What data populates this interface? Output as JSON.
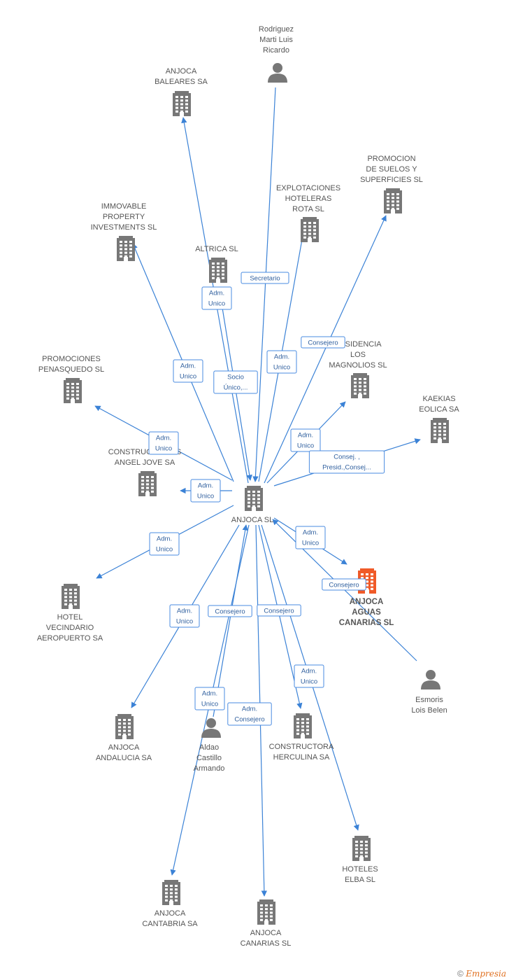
{
  "nodes": [
    {
      "id": "center",
      "type": "company",
      "lines": [
        "ANJOCA SL"
      ]
    },
    {
      "id": "rodriguez",
      "type": "person",
      "lines": [
        "Rodriguez",
        "Marti Luis",
        "Ricardo"
      ]
    },
    {
      "id": "baleares",
      "type": "company",
      "lines": [
        "ANJOCA",
        "BALEARES SA"
      ]
    },
    {
      "id": "promo_suelos",
      "type": "company",
      "lines": [
        "PROMOCION",
        "DE SUELOS Y",
        "SUPERFICIES SL"
      ]
    },
    {
      "id": "explotaciones",
      "type": "company",
      "lines": [
        "EXPLOTACIONES",
        "HOTELERAS",
        "ROTA SL"
      ]
    },
    {
      "id": "immovable",
      "type": "company",
      "lines": [
        "IMMOVABLE",
        "PROPERTY",
        "INVESTMENTS SL"
      ]
    },
    {
      "id": "altrica",
      "type": "company",
      "lines": [
        "ALTRICA SL"
      ]
    },
    {
      "id": "penasquedo",
      "type": "company",
      "lines": [
        "PROMOCIONES",
        "PENASQUEDO SL"
      ]
    },
    {
      "id": "residencia",
      "type": "company",
      "lines": [
        "RESIDENCIA",
        "LOS",
        "MAGNOLIOS SL"
      ]
    },
    {
      "id": "kaekias",
      "type": "company",
      "lines": [
        "KAEKIAS",
        "EOLICA SA"
      ]
    },
    {
      "id": "angeljove",
      "type": "company",
      "lines": [
        "CONSTRUCCIONES",
        "ANGEL JOVE SA"
      ]
    },
    {
      "id": "vecindario",
      "type": "company",
      "lines": [
        "HOTEL",
        "VECINDARIO",
        "AEROPUERTO SA"
      ]
    },
    {
      "id": "aguas",
      "type": "company-focus",
      "lines": [
        "ANJOCA",
        "AGUAS",
        "CANARIAS SL"
      ]
    },
    {
      "id": "esmoris",
      "type": "person",
      "lines": [
        "Esmoris",
        "Lois Belen"
      ]
    },
    {
      "id": "andalucia",
      "type": "company",
      "lines": [
        "ANJOCA",
        "ANDALUCIA SA"
      ]
    },
    {
      "id": "aldao",
      "type": "person",
      "lines": [
        "Aldao",
        "Castillo",
        "Armando"
      ]
    },
    {
      "id": "herculina",
      "type": "company",
      "lines": [
        "CONSTRUCTORA",
        "HERCULINA SA"
      ]
    },
    {
      "id": "elba",
      "type": "company",
      "lines": [
        "HOTELES",
        "ELBA SL"
      ]
    },
    {
      "id": "cantabria",
      "type": "company",
      "lines": [
        "ANJOCA",
        "CANTABRIA SA"
      ]
    },
    {
      "id": "canarias",
      "type": "company",
      "lines": [
        "ANJOCA",
        "CANARIAS SL"
      ]
    }
  ],
  "edges": [
    {
      "from": "rodriguez",
      "to": "center",
      "label": [
        "Secretario"
      ]
    },
    {
      "from": "center",
      "to": "baleares",
      "label": [
        "Adm.",
        "Unico"
      ]
    },
    {
      "from": "altrica",
      "to": "center",
      "label": [
        "Socio",
        "Único,..."
      ]
    },
    {
      "from": "center",
      "to": "immovable",
      "label": [
        "Adm.",
        "Unico"
      ]
    },
    {
      "from": "center",
      "to": "explotaciones",
      "label": [
        "Adm.",
        "Unico"
      ]
    },
    {
      "from": "center",
      "to": "promo_suelos",
      "label": [
        "Consejero"
      ]
    },
    {
      "from": "center",
      "to": "penasquedo",
      "label": [
        "Adm.",
        "Unico"
      ]
    },
    {
      "from": "center",
      "to": "residencia",
      "label": [
        "Adm.",
        "Unico"
      ]
    },
    {
      "from": "center",
      "to": "kaekias",
      "label": [
        "Consej. ,",
        "Presid.,Consej..."
      ]
    },
    {
      "from": "center",
      "to": "angeljove",
      "label": [
        "Adm.",
        "Unico"
      ]
    },
    {
      "from": "center",
      "to": "vecindario",
      "label": [
        "Adm.",
        "Unico"
      ]
    },
    {
      "from": "center",
      "to": "aguas",
      "label": [
        "Adm.",
        "Unico"
      ]
    },
    {
      "from": "esmoris",
      "to": "center",
      "label": [
        "Consejero"
      ]
    },
    {
      "from": "center",
      "to": "andalucia",
      "label": [
        "Adm.",
        "Unico"
      ]
    },
    {
      "from": "aldao",
      "to": "center",
      "label": [
        "Consejero"
      ]
    },
    {
      "from": "center",
      "to": "cantabria",
      "label": [
        "Adm.",
        "Unico"
      ]
    },
    {
      "from": "center",
      "to": "herculina",
      "label": [
        "Consejero"
      ]
    },
    {
      "from": "center",
      "to": "elba",
      "label": [
        "Adm.",
        "Unico"
      ]
    },
    {
      "from": "aldao",
      "to": "canarias",
      "label": [
        "Adm.",
        "Consejero"
      ]
    }
  ],
  "colors": {
    "edge": "#3b82d6",
    "company_icon": "#777777",
    "focus_icon": "#f05a28",
    "person_icon": "#777777"
  },
  "footer": {
    "copyright": "©",
    "brand": "Empresia"
  }
}
